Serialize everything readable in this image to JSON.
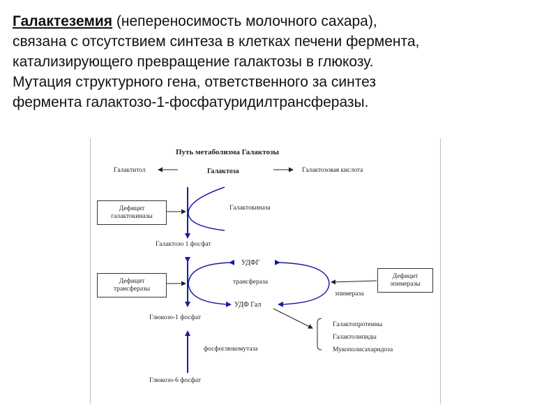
{
  "intro": {
    "term": "Галактеземия",
    "line1_rest": " (непереносимость молочного сахара),",
    "line2": "связана с отсутствием синтеза в клетках печени фермента,",
    "line3": "катализирующего превращение галактозы в глюкозу.",
    "line4": "Мутация структурного гена, ответственного за синтез",
    "line5": "фермента галактозо-1-фосфатуридилтрансферазы."
  },
  "diagram": {
    "title": "Путь метаболизма Галактозы",
    "galactitol": "Галактитол",
    "galactose": "Галактоза",
    "galactonic_acid": "Галактозовая кислота",
    "deficit_kinase": {
      "line1": "Дефицит",
      "line2": "галактокиназы"
    },
    "galactokinase": "Галактокиназа",
    "gal1p": "Галактозо 1 фосфат",
    "udpg": "УДФГ",
    "transferase": "трансфераза",
    "udpgal": "УДФ Гал",
    "deficit_transferase": {
      "line1": "Дефицит",
      "line2": "трансферазы"
    },
    "deficit_epimerase": {
      "line1": "Дефицит",
      "line2": "эпимеразы"
    },
    "epimerase": "эпимераза",
    "glc1p": "Глюкозо-1 фосфат",
    "phosphoglucomutase": "фосфоглюкомутаза",
    "glc6p": "Глюкозо-6 фосфат",
    "products": [
      "Галактопротеины",
      "Галактолипиды",
      "Мукополисахаридоза"
    ],
    "arrow_color": "#1a1aa6"
  }
}
